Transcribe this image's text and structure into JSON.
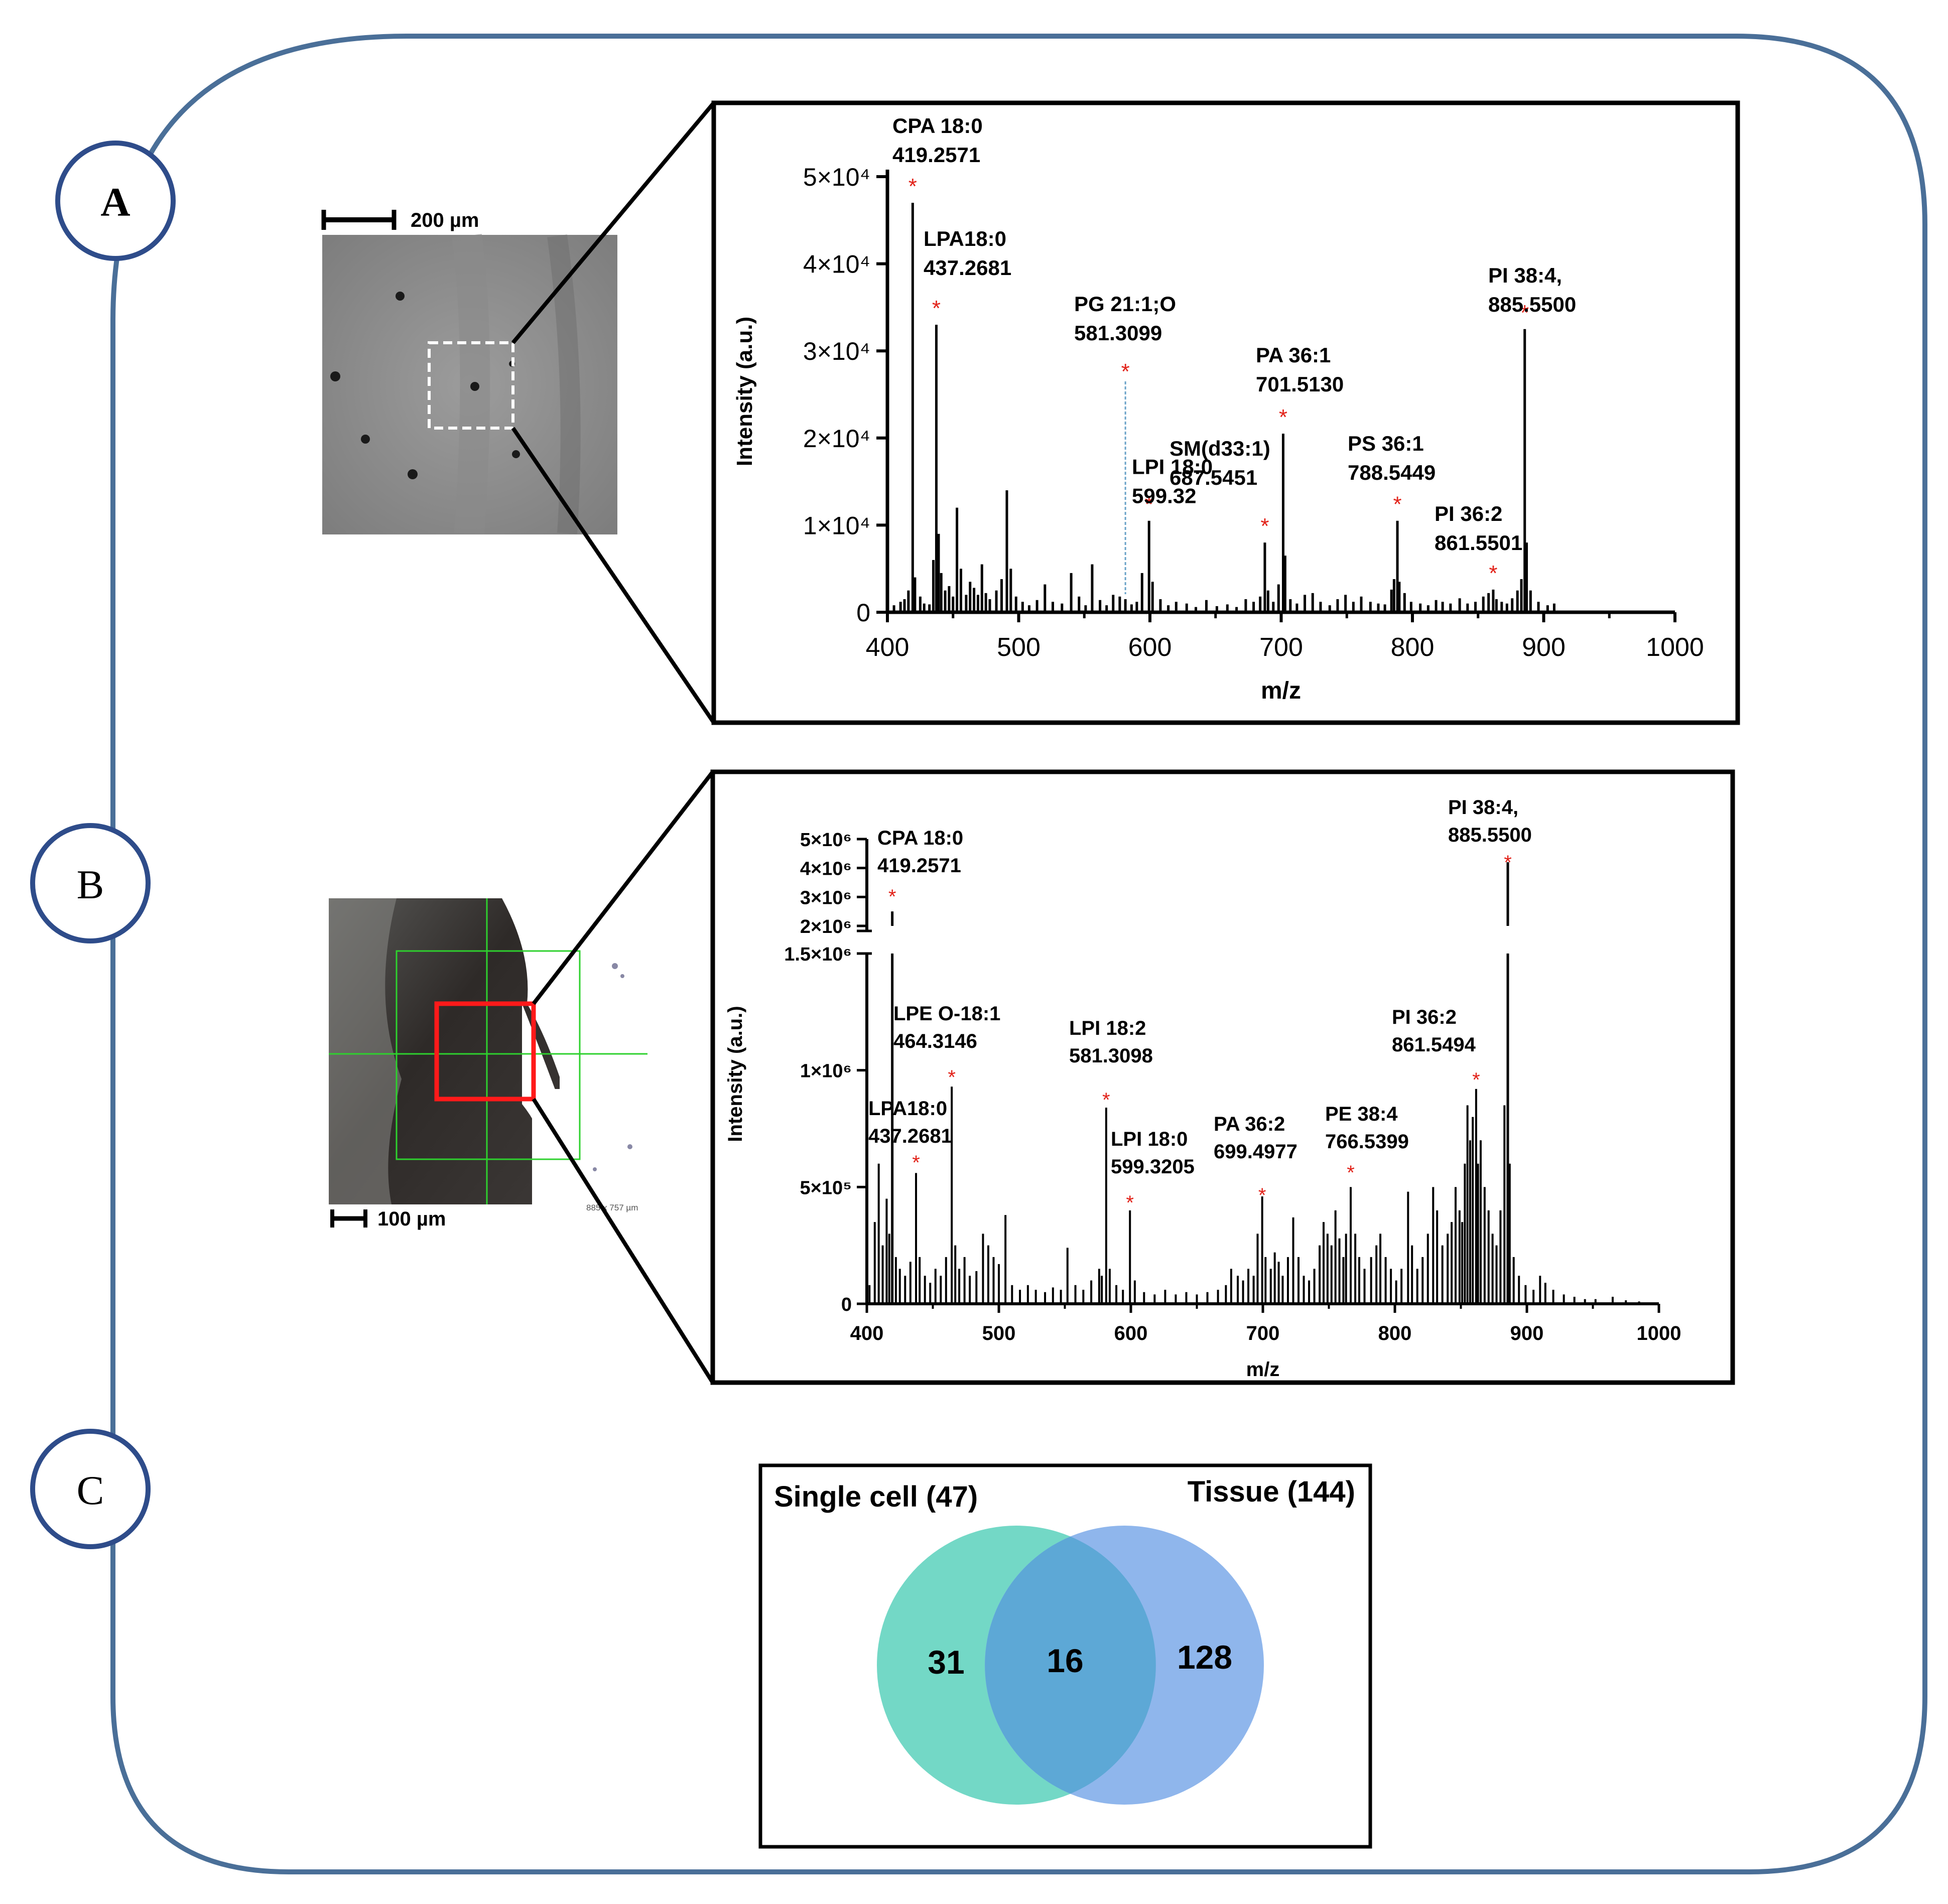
{
  "panels": {
    "A": {
      "letter": "A",
      "scale_label": "200 µm"
    },
    "B": {
      "letter": "B",
      "scale_label": "100 µm",
      "image_readout": "885 x 757 µm"
    },
    "C": {
      "letter": "C"
    }
  },
  "chart_data": [
    {
      "id": "A",
      "type": "bar",
      "title": "",
      "xlabel": "m/z",
      "ylabel": "Intensity (a.u.)",
      "xlim": [
        400,
        1000
      ],
      "ylim": [
        0,
        50000
      ],
      "x_ticks": [
        400,
        500,
        600,
        700,
        800,
        900,
        1000
      ],
      "y_ticks": [
        {
          "value": 0,
          "label": "0"
        },
        {
          "value": 10000,
          "label": "1×10⁴"
        },
        {
          "value": 20000,
          "label": "2×10⁴"
        },
        {
          "value": 30000,
          "label": "3×10⁴"
        },
        {
          "value": 40000,
          "label": "4×10⁴"
        },
        {
          "value": 50000,
          "label": "5×10⁴"
        }
      ],
      "peaks": [
        [
          405,
          800
        ],
        [
          410,
          1200
        ],
        [
          413,
          1500
        ],
        [
          416,
          2500
        ],
        [
          419.2571,
          47000
        ],
        [
          421,
          4000
        ],
        [
          425,
          1800
        ],
        [
          428,
          1000
        ],
        [
          432,
          900
        ],
        [
          435,
          6000
        ],
        [
          437.2681,
          33000
        ],
        [
          439,
          9000
        ],
        [
          441,
          4500
        ],
        [
          444,
          2500
        ],
        [
          447,
          3000
        ],
        [
          450,
          1800
        ],
        [
          453,
          12000
        ],
        [
          456,
          5000
        ],
        [
          460,
          2000
        ],
        [
          463,
          3500
        ],
        [
          466,
          2800
        ],
        [
          469,
          2000
        ],
        [
          472,
          5500
        ],
        [
          475,
          2200
        ],
        [
          478,
          1500
        ],
        [
          483,
          2500
        ],
        [
          487,
          3800
        ],
        [
          491,
          14000
        ],
        [
          494,
          5000
        ],
        [
          498,
          1800
        ],
        [
          503,
          1200
        ],
        [
          508,
          800
        ],
        [
          514,
          1400
        ],
        [
          520,
          3200
        ],
        [
          526,
          1200
        ],
        [
          533,
          1000
        ],
        [
          540,
          4500
        ],
        [
          546,
          1800
        ],
        [
          551,
          800
        ],
        [
          556,
          5500
        ],
        [
          562,
          1400
        ],
        [
          567,
          800
        ],
        [
          572,
          2000
        ],
        [
          577,
          1800
        ],
        [
          581.3099,
          1500
        ],
        [
          586,
          900
        ],
        [
          590,
          1200
        ],
        [
          594,
          4500
        ],
        [
          599.32,
          10500
        ],
        [
          602,
          3500
        ],
        [
          608,
          1500
        ],
        [
          614,
          800
        ],
        [
          620,
          1200
        ],
        [
          628,
          1000
        ],
        [
          635,
          600
        ],
        [
          643,
          1400
        ],
        [
          651,
          700
        ],
        [
          659,
          900
        ],
        [
          666,
          600
        ],
        [
          673,
          1500
        ],
        [
          679,
          1200
        ],
        [
          684,
          1800
        ],
        [
          687.5451,
          8000
        ],
        [
          690,
          2500
        ],
        [
          694,
          1200
        ],
        [
          698,
          3200
        ],
        [
          701.513,
          20500
        ],
        [
          703,
          6500
        ],
        [
          707,
          1500
        ],
        [
          712,
          1000
        ],
        [
          718,
          2000
        ],
        [
          724,
          2200
        ],
        [
          730,
          1200
        ],
        [
          737,
          800
        ],
        [
          743,
          1500
        ],
        [
          749,
          2000
        ],
        [
          755,
          1200
        ],
        [
          761,
          1800
        ],
        [
          768,
          1200
        ],
        [
          774,
          1000
        ],
        [
          779,
          900
        ],
        [
          784,
          2600
        ],
        [
          786,
          3800
        ],
        [
          788.5449,
          10500
        ],
        [
          790,
          3500
        ],
        [
          794,
          2200
        ],
        [
          799,
          1200
        ],
        [
          806,
          1000
        ],
        [
          812,
          800
        ],
        [
          818,
          1400
        ],
        [
          823,
          1200
        ],
        [
          829,
          1000
        ],
        [
          836,
          1600
        ],
        [
          842,
          1000
        ],
        [
          848,
          1200
        ],
        [
          854,
          1800
        ],
        [
          858,
          2200
        ],
        [
          861.5501,
          2600
        ],
        [
          864,
          1500
        ],
        [
          868,
          1200
        ],
        [
          872,
          1000
        ],
        [
          876,
          1600
        ],
        [
          880,
          2500
        ],
        [
          883,
          3800
        ],
        [
          885.55,
          32500
        ],
        [
          887,
          8000
        ],
        [
          890,
          2500
        ],
        [
          896,
          1200
        ],
        [
          903,
          800
        ],
        [
          908,
          1000
        ]
      ],
      "annotations": [
        {
          "label": "CPA 18:0",
          "mz_label": "419.2571",
          "x": 419.2571,
          "y": 47000
        },
        {
          "label": "LPA18:0",
          "mz_label": "437.2681",
          "x": 437.2681,
          "y": 33000
        },
        {
          "label": "PG 21:1;O",
          "mz_label": "581.3099",
          "x": 581.3099,
          "y": 1500
        },
        {
          "label": "LPI 18:0",
          "mz_label": "599.32",
          "x": 599.32,
          "y": 10500
        },
        {
          "label": "SM(d33:1)",
          "mz_label": "687.5451",
          "x": 687.5451,
          "y": 8000
        },
        {
          "label": "PA 36:1",
          "mz_label": "701.5130",
          "x": 701.513,
          "y": 20500
        },
        {
          "label": "PS 36:1",
          "mz_label": "788.5449",
          "x": 788.5449,
          "y": 10500
        },
        {
          "label": "PI 36:2",
          "mz_label": "861.5501",
          "x": 861.5501,
          "y": 2600
        },
        {
          "label": "PI 38:4,",
          "mz_label": "885.5500",
          "x": 885.55,
          "y": 32500
        }
      ],
      "marker": "*"
    },
    {
      "id": "B",
      "type": "bar",
      "title": "",
      "xlabel": "m/z",
      "ylabel": "Intensity (a.u.)",
      "xlim": [
        400,
        1000
      ],
      "ylim_lower": [
        0,
        1500000
      ],
      "ylim_upper": [
        2000000,
        5000000
      ],
      "axis_break": true,
      "x_ticks": [
        400,
        500,
        600,
        700,
        800,
        900,
        1000
      ],
      "y_ticks_lower": [
        {
          "value": 0,
          "label": "0"
        },
        {
          "value": 500000,
          "label": "5×10⁵"
        },
        {
          "value": 1000000,
          "label": "1×10⁶"
        },
        {
          "value": 1500000,
          "label": "1.5×10⁶"
        }
      ],
      "y_ticks_upper": [
        {
          "value": 2000000,
          "label": "2×10⁶"
        },
        {
          "value": 3000000,
          "label": "3×10⁶"
        },
        {
          "value": 4000000,
          "label": "4×10⁶"
        },
        {
          "value": 5000000,
          "label": "5×10⁶"
        }
      ],
      "peaks": [
        [
          402,
          80000
        ],
        [
          406,
          350000
        ],
        [
          409,
          600000
        ],
        [
          412,
          250000
        ],
        [
          415,
          450000
        ],
        [
          417,
          300000
        ],
        [
          419.2571,
          2500000
        ],
        [
          422,
          200000
        ],
        [
          425,
          150000
        ],
        [
          429,
          120000
        ],
        [
          433,
          180000
        ],
        [
          437.2681,
          560000
        ],
        [
          440,
          200000
        ],
        [
          444,
          120000
        ],
        [
          448,
          90000
        ],
        [
          452,
          150000
        ],
        [
          456,
          120000
        ],
        [
          460,
          200000
        ],
        [
          464.3146,
          930000
        ],
        [
          467,
          250000
        ],
        [
          470,
          150000
        ],
        [
          474,
          200000
        ],
        [
          478,
          120000
        ],
        [
          483,
          140000
        ],
        [
          488,
          300000
        ],
        [
          492,
          250000
        ],
        [
          496,
          200000
        ],
        [
          500,
          170000
        ],
        [
          505,
          380000
        ],
        [
          510,
          80000
        ],
        [
          516,
          60000
        ],
        [
          522,
          80000
        ],
        [
          528,
          60000
        ],
        [
          535,
          50000
        ],
        [
          541,
          70000
        ],
        [
          547,
          60000
        ],
        [
          552,
          240000
        ],
        [
          558,
          80000
        ],
        [
          564,
          60000
        ],
        [
          570,
          100000
        ],
        [
          576,
          150000
        ],
        [
          578,
          120000
        ],
        [
          581.3098,
          840000
        ],
        [
          584,
          150000
        ],
        [
          589,
          80000
        ],
        [
          594,
          60000
        ],
        [
          599.3205,
          400000
        ],
        [
          603,
          100000
        ],
        [
          610,
          50000
        ],
        [
          618,
          40000
        ],
        [
          626,
          60000
        ],
        [
          634,
          40000
        ],
        [
          642,
          50000
        ],
        [
          650,
          40000
        ],
        [
          658,
          50000
        ],
        [
          666,
          60000
        ],
        [
          672,
          80000
        ],
        [
          676,
          150000
        ],
        [
          681,
          120000
        ],
        [
          685,
          100000
        ],
        [
          689,
          150000
        ],
        [
          693,
          120000
        ],
        [
          696,
          300000
        ],
        [
          699.4977,
          460000
        ],
        [
          702,
          200000
        ],
        [
          706,
          150000
        ],
        [
          709,
          220000
        ],
        [
          712,
          180000
        ],
        [
          715,
          120000
        ],
        [
          719,
          200000
        ],
        [
          723,
          370000
        ],
        [
          727,
          200000
        ],
        [
          731,
          120000
        ],
        [
          735,
          100000
        ],
        [
          739,
          150000
        ],
        [
          743,
          250000
        ],
        [
          746,
          350000
        ],
        [
          749,
          300000
        ],
        [
          752,
          250000
        ],
        [
          755,
          400000
        ],
        [
          758,
          280000
        ],
        [
          761,
          200000
        ],
        [
          763,
          300000
        ],
        [
          766.5399,
          500000
        ],
        [
          770,
          300000
        ],
        [
          773,
          200000
        ],
        [
          777,
          150000
        ],
        [
          782,
          200000
        ],
        [
          786,
          250000
        ],
        [
          789,
          300000
        ],
        [
          793,
          200000
        ],
        [
          797,
          150000
        ],
        [
          801,
          100000
        ],
        [
          805,
          150000
        ],
        [
          810,
          480000
        ],
        [
          813,
          250000
        ],
        [
          817,
          150000
        ],
        [
          821,
          200000
        ],
        [
          825,
          300000
        ],
        [
          829,
          500000
        ],
        [
          832,
          400000
        ],
        [
          836,
          250000
        ],
        [
          840,
          300000
        ],
        [
          843,
          350000
        ],
        [
          846,
          500000
        ],
        [
          849,
          400000
        ],
        [
          851,
          350000
        ],
        [
          853,
          600000
        ],
        [
          855,
          850000
        ],
        [
          857,
          700000
        ],
        [
          859,
          800000
        ],
        [
          861.5494,
          920000
        ],
        [
          863,
          600000
        ],
        [
          865,
          700000
        ],
        [
          868,
          500000
        ],
        [
          871,
          400000
        ],
        [
          874,
          300000
        ],
        [
          877,
          250000
        ],
        [
          880,
          400000
        ],
        [
          883,
          850000
        ],
        [
          885.55,
          4200000
        ],
        [
          887,
          600000
        ],
        [
          890,
          200000
        ],
        [
          894,
          120000
        ],
        [
          899,
          80000
        ],
        [
          905,
          60000
        ],
        [
          910,
          120000
        ],
        [
          914,
          90000
        ],
        [
          920,
          60000
        ],
        [
          928,
          40000
        ],
        [
          936,
          30000
        ],
        [
          944,
          20000
        ],
        [
          952,
          20000
        ],
        [
          965,
          30000
        ],
        [
          975,
          15000
        ],
        [
          985,
          10000
        ]
      ],
      "annotations": [
        {
          "label": "CPA 18:0",
          "mz_label": "419.2571",
          "x": 419.2571,
          "y": 2500000
        },
        {
          "label": "LPA18:0",
          "mz_label": "437.2681",
          "x": 437.2681,
          "y": 560000
        },
        {
          "label": "LPE O-18:1",
          "mz_label": "464.3146",
          "x": 464.3146,
          "y": 930000
        },
        {
          "label": "LPI 18:2",
          "mz_label": "581.3098",
          "x": 581.3098,
          "y": 840000
        },
        {
          "label": "LPI 18:0",
          "mz_label": "599.3205",
          "x": 599.3205,
          "y": 400000
        },
        {
          "label": "PA 36:2",
          "mz_label": "699.4977",
          "x": 699.4977,
          "y": 460000
        },
        {
          "label": "PE 38:4",
          "mz_label": "766.5399",
          "x": 766.5399,
          "y": 500000
        },
        {
          "label": "PI 36:2",
          "mz_label": "861.5494",
          "x": 861.5494,
          "y": 920000
        },
        {
          "label": "PI 38:4,",
          "mz_label": "885.5500",
          "x": 885.55,
          "y": 4200000
        }
      ],
      "marker": "*"
    },
    {
      "id": "C",
      "type": "venn",
      "sets": [
        {
          "name": "Single cell (47)",
          "only": "31",
          "color": "#73d8c6"
        },
        {
          "name": "Tissue (144)",
          "only": "128",
          "color": "#8fb6ec"
        }
      ],
      "intersection": "16",
      "intersection_color": "#5da8d6"
    }
  ],
  "colors": {
    "frame": "#4a6f98",
    "bars": "#000000",
    "marker": "#e2231a",
    "zoom_box_A": "#ffffff",
    "zoom_box_B": "#ff1a1a",
    "grid_B": "#2ed12e"
  }
}
